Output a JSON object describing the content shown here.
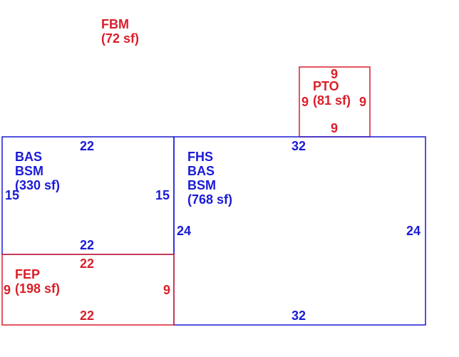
{
  "colors": {
    "living_area": "#1a1ad6",
    "other_area": "#d91f2a",
    "background": "#ffffff"
  },
  "fbm": {
    "code": "FBM",
    "area": "(72 sf)"
  },
  "pto": {
    "code": "PTO",
    "area": "(81 sf)",
    "dim_top": "9",
    "dim_bottom": "9",
    "dim_left": "9",
    "dim_right": "9"
  },
  "bas_left": {
    "code1": "BAS",
    "code2": "BSM",
    "area": "(330 sf)",
    "dim_top": "22",
    "dim_bottom": "22",
    "dim_left": "15",
    "dim_right": "15"
  },
  "fhs": {
    "code1": "FHS",
    "code2": "BAS",
    "code3": "BSM",
    "area": "(768 sf)",
    "dim_top": "32",
    "dim_bottom": "32",
    "dim_left": "24",
    "dim_right": "24"
  },
  "fep": {
    "code": "FEP",
    "area": "(198 sf)",
    "dim_top": "22",
    "dim_bottom": "22",
    "dim_left": "9",
    "dim_right": "9"
  }
}
